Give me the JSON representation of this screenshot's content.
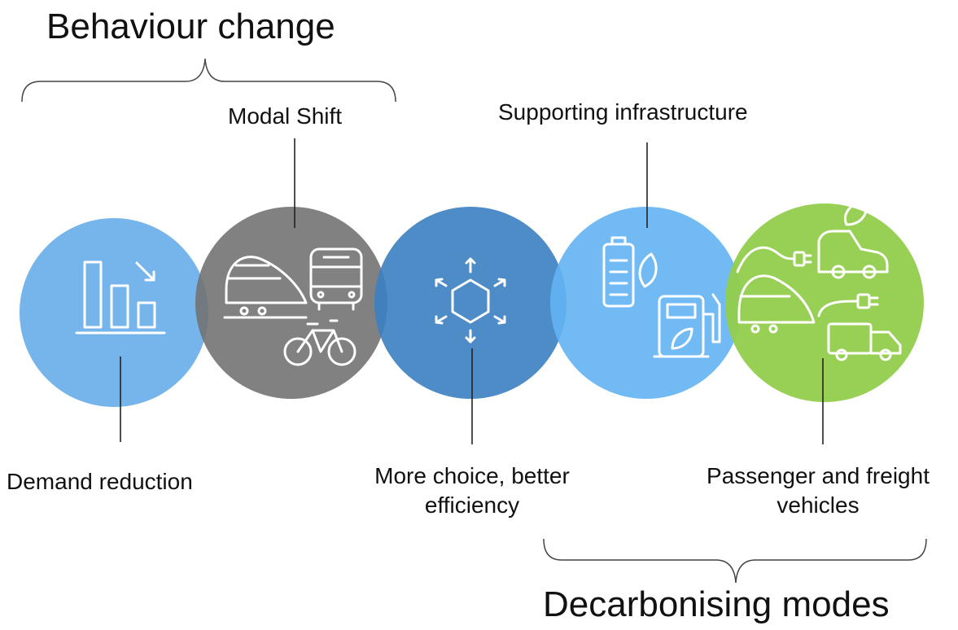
{
  "groups": {
    "behaviour": {
      "label": "Behaviour change"
    },
    "decarbonising": {
      "label": "Decarbonising modes"
    }
  },
  "circles": [
    {
      "id": "demand",
      "label": "Demand reduction",
      "color": "#6aaeea",
      "icon": "bar-chart-decrease-icon"
    },
    {
      "id": "modal",
      "label": "Modal Shift",
      "color": "#737373",
      "icon": "train-bus-bicycle-icon"
    },
    {
      "id": "choice",
      "label_line1": "More choice, better",
      "label_line2": "efficiency",
      "color": "#3a7fc1",
      "icon": "hexagon-arrows-icon"
    },
    {
      "id": "infrastructure",
      "label": "Supporting infrastructure",
      "color": "#63b3f3",
      "icon": "battery-fuel-pump-icon"
    },
    {
      "id": "vehicles",
      "label_line1": "Passenger and freight",
      "label_line2": "vehicles",
      "color": "#92cd4c",
      "icon": "electric-vehicles-icon"
    }
  ],
  "colors": {
    "text": "#111111",
    "lines": "#222222",
    "brackets": "#444444",
    "icon_stroke": "#ffffff"
  }
}
